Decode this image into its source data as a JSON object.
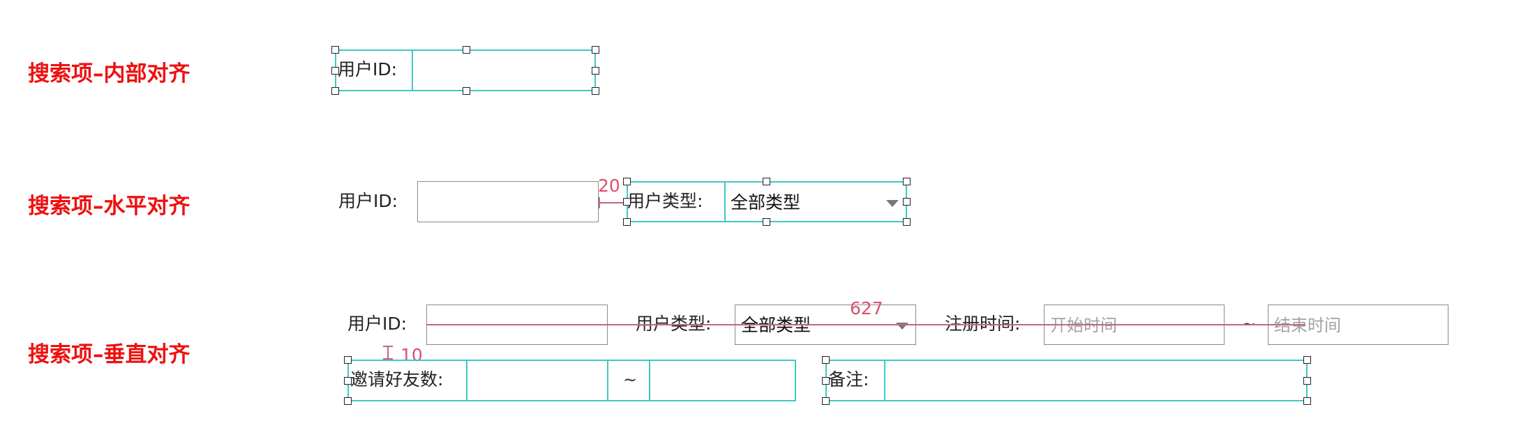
{
  "sections": {
    "inner_align": {
      "title": "搜索项–内部对齐"
    },
    "horizontal_align": {
      "title": "搜索项–水平对齐"
    },
    "vertical_align": {
      "title": "搜索项–垂直对齐"
    }
  },
  "fields": {
    "user_id_label": "用户ID:",
    "user_type_label": "用户类型:",
    "user_type_value": "全部类型",
    "register_time_label": "注册时间:",
    "start_placeholder": "开始时间",
    "end_placeholder": "结束时间",
    "range_sep": "~",
    "invite_label": "邀请好友数:",
    "remark_label": "备注:"
  },
  "measurements": {
    "horizontal_gap": "20",
    "vertical_gap": "10",
    "row_width": "627"
  },
  "colors": {
    "heading": "#ee0f0f",
    "selection": "#3cc9c4",
    "measure": "#d95070",
    "input_border": "#8a8a8a"
  }
}
